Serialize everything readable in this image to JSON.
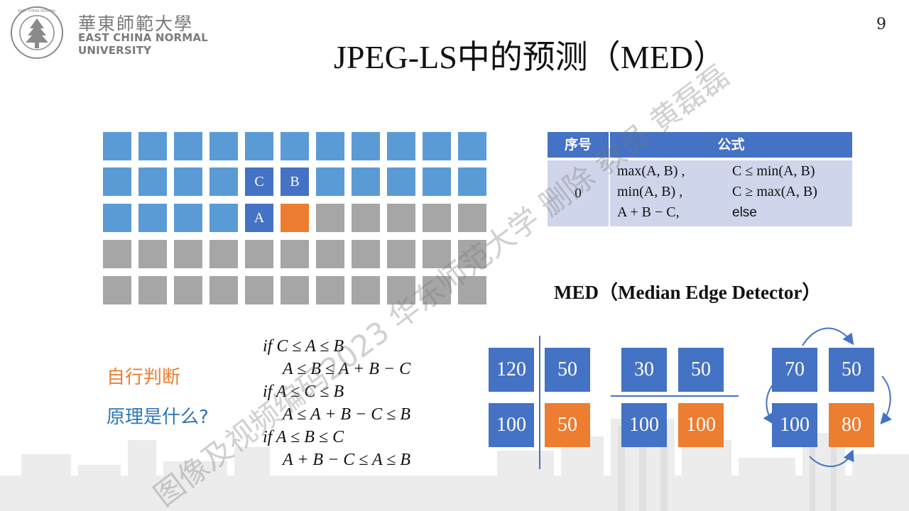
{
  "header": {
    "logo_cn": "華東師範大學",
    "logo_en_line1": "EAST CHINA NORMAL",
    "logo_en_line2": "UNIVERSITY",
    "seal_text": "EAST CHINA NORMAL UNIVERSITY 華東師範大學",
    "page_number": "9",
    "title": "JPEG-LS中的预测（MED）"
  },
  "grid": {
    "label_c": "C",
    "label_b": "B",
    "label_a": "A"
  },
  "table": {
    "col_index": "序号",
    "col_formula": "公式",
    "row_index": "0",
    "rows": [
      {
        "expr": "max(A, B) ,",
        "cond": "C ≤ min(A, B)"
      },
      {
        "expr": "min(A, B) ,",
        "cond": "C ≥ max(A, B)"
      },
      {
        "expr": "A + B − C,",
        "cond": "else"
      }
    ]
  },
  "med_title": "MED（Median Edge Detector）",
  "notes": {
    "self_judge": "自行判断",
    "principle": "原理是什么?"
  },
  "conditions": [
    "if C ≤ A ≤ B",
    "A ≤ B ≤ A + B − C",
    "if A ≤ C ≤ B",
    "A ≤ A + B − C ≤ B",
    "if A ≤ B ≤ C",
    "A + B − C ≤ A ≤ B"
  ],
  "examples": [
    {
      "c": "120",
      "b": "50",
      "a": "100",
      "x": "50"
    },
    {
      "c": "30",
      "b": "50",
      "a": "100",
      "x": "100"
    },
    {
      "c": "70",
      "b": "50",
      "a": "100",
      "x": "80"
    }
  ],
  "watermark": "图像及视频编码2023 华东师范大学 删除 教员 黄磊磊",
  "colors": {
    "blue": "#5b9bd5",
    "dark_blue": "#4472c4",
    "gray": "#a6a6a6",
    "orange": "#ed7d31",
    "table_body": "#cfd5ea",
    "note_orange": "#ed7d31",
    "note_blue": "#2e75b6"
  }
}
